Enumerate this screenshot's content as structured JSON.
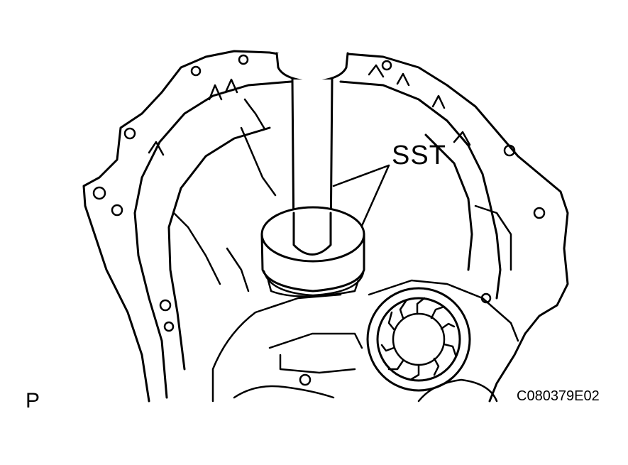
{
  "callout": {
    "text": "SST"
  },
  "view_marker": "P",
  "figure_code": "C080379E02",
  "colors": {
    "line": "#000000",
    "background": "#ffffff"
  },
  "icons": [
    "transaxle-case-drawing",
    "special-service-tool",
    "spline-gear"
  ]
}
